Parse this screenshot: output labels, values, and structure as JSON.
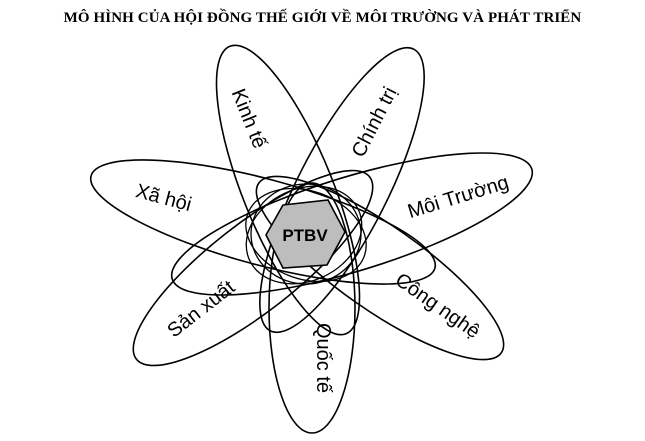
{
  "title": "MÔ HÌNH CỦA HỘI ĐỒNG THẾ GIỚI VỀ MÔI TRƯỜNG VÀ PHÁT TRIỂN",
  "center": "PTBV",
  "petals": [
    {
      "label": "Kinh tế"
    },
    {
      "label": "Chính trị"
    },
    {
      "label": "Xã hội"
    },
    {
      "label": "Môi Trường"
    },
    {
      "label": "Sản xuất"
    },
    {
      "label": "Công nghệ"
    },
    {
      "label": "Quốc tế"
    }
  ],
  "colors": {
    "core_fill": "#bdbdbd",
    "stroke": "#000000"
  }
}
